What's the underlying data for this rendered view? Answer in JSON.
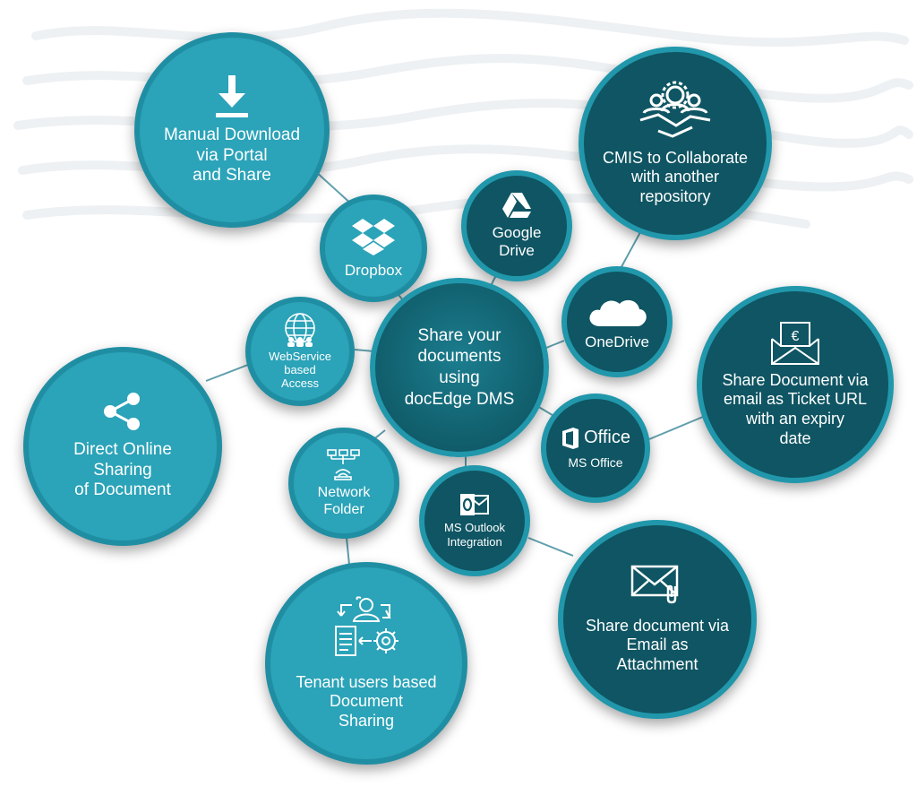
{
  "center": {
    "label_lines": [
      "Share your",
      "documents",
      "using",
      "docEdge DMS"
    ]
  },
  "nodes": {
    "manual_download": {
      "label_lines": [
        "Manual Download",
        "via Portal",
        "and Share"
      ],
      "icon": "download-icon"
    },
    "dropbox": {
      "label_lines": [
        "Dropbox"
      ],
      "icon": "dropbox-icon"
    },
    "google_drive": {
      "label_lines": [
        "Google",
        "Drive"
      ],
      "icon": "google-drive-icon"
    },
    "cmis": {
      "label_lines": [
        "CMIS to Collaborate",
        "with another",
        "repository"
      ],
      "icon": "collaboration-icon"
    },
    "onedrive": {
      "label_lines": [
        "OneDrive"
      ],
      "icon": "cloud-icon"
    },
    "webservice": {
      "label_lines": [
        "WebService",
        "based",
        "Access"
      ],
      "icon": "globe-users-icon"
    },
    "direct_online": {
      "label_lines": [
        "Direct Online",
        "Sharing",
        "of Document"
      ],
      "icon": "share-icon"
    },
    "ticket_url": {
      "label_lines": [
        "Share Document via",
        "email as Ticket URL",
        "with an expiry",
        "date"
      ],
      "icon": "euro-envelope-icon"
    },
    "ms_office": {
      "label_lines": [
        "MS Office"
      ],
      "brand": "Office",
      "icon": "office-icon"
    },
    "network_folder": {
      "label_lines": [
        "Network",
        "Folder"
      ],
      "icon": "network-icon"
    },
    "ms_outlook": {
      "label_lines": [
        "MS Outlook",
        "Integration"
      ],
      "icon": "outlook-icon"
    },
    "email_attachment": {
      "label_lines": [
        "Share document via",
        "Email as",
        "Attachment"
      ],
      "icon": "envelope-attachment-icon"
    },
    "tenant_users": {
      "label_lines": [
        "Tenant users based",
        "Document",
        "Sharing"
      ],
      "icon": "tenant-workflow-icon"
    }
  },
  "colors": {
    "light_fill": "#2ba3b8",
    "dark_fill": "#0f5563",
    "ring": "#2197ab",
    "connector": "#5f9fac"
  }
}
